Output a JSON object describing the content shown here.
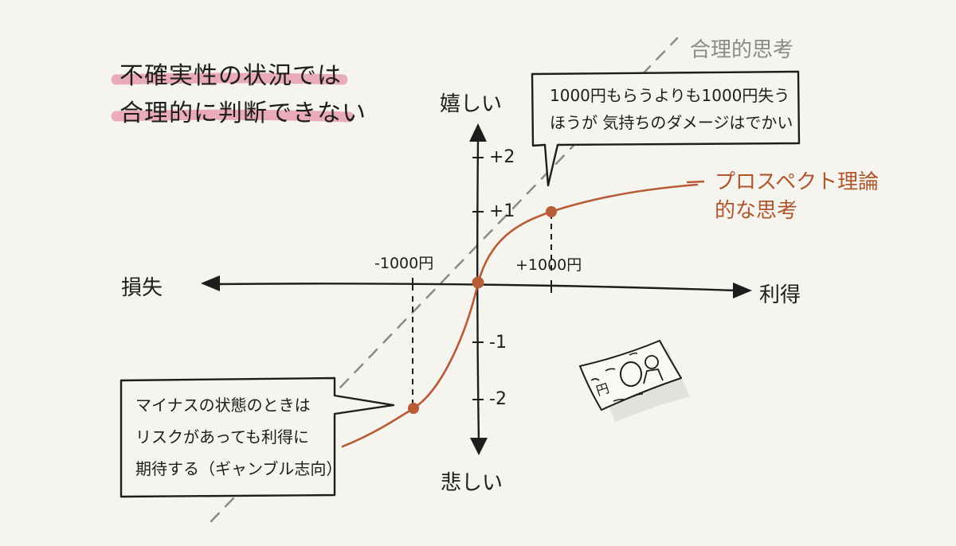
{
  "title": {
    "line1": "不確実性の状況では",
    "line2": "合理的に判断できない",
    "highlight_color": "#e8a2b3"
  },
  "axes": {
    "y_positive_label": "嬉しい",
    "y_negative_label": "悲しい",
    "x_negative_label": "損失",
    "x_positive_label": "利得",
    "y_ticks": [
      "+2",
      "+1",
      "-1",
      "-2"
    ],
    "x_ticks": [
      "-1000円",
      "+1000円"
    ]
  },
  "lines": {
    "rational": {
      "label": "合理的思考",
      "color": "#8a8a8a",
      "style": "dashed"
    },
    "prospect": {
      "label_line1": "プロスペクト理論",
      "label_line2": "的な思考",
      "color": "#b85c35"
    }
  },
  "callouts": {
    "gain": {
      "line1": "1000円もらうよりも1000円失う",
      "line2": "ほうが 気持ちのダメージはでかい"
    },
    "loss": {
      "line1": "マイナスの状態のときは",
      "line2": "リスクがあっても利得に",
      "line3": "期待する（ギャンブル志向）"
    }
  },
  "points": [
    {
      "name": "origin",
      "x": 0,
      "y": 0
    },
    {
      "name": "gain-1000",
      "x": 1000,
      "y": 1
    },
    {
      "name": "loss-1000",
      "x": -1000,
      "y": -2
    }
  ],
  "illustration": {
    "banknote_symbol": "円"
  },
  "colors": {
    "background": "#f5f4ef",
    "ink": "#1d1d1d",
    "curve": "#b85c35",
    "dashed": "#8a8a8a"
  }
}
